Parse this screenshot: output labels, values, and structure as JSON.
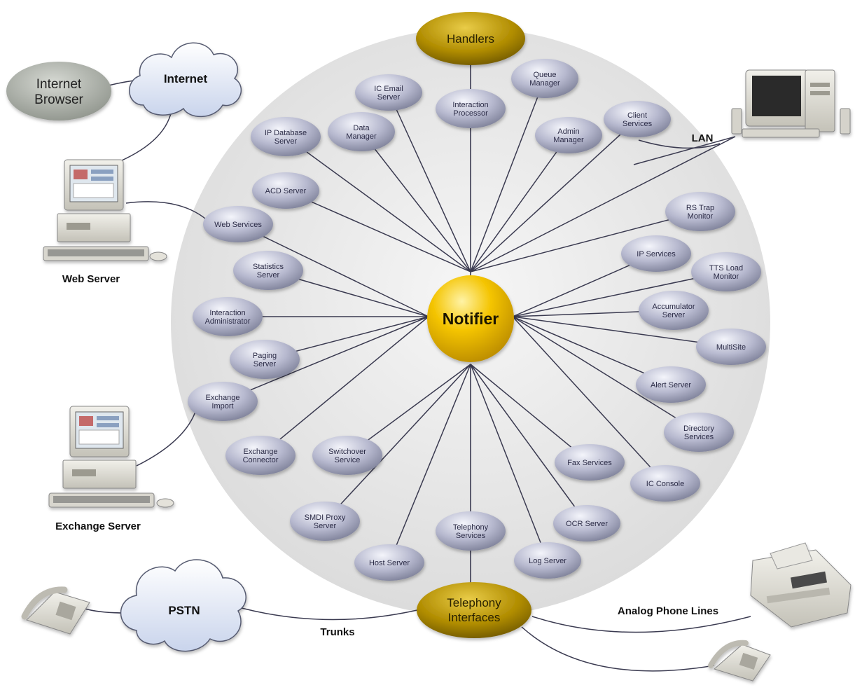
{
  "hub": {
    "label": "Notifier"
  },
  "top_bus": {
    "label": "Handlers"
  },
  "bottom_bus": {
    "label_lines": [
      "Telephony",
      "Interfaces"
    ]
  },
  "services": [
    {
      "id": "ic-email-server",
      "lines": [
        "IC Email",
        "Server"
      ]
    },
    {
      "id": "interaction-processor",
      "lines": [
        "Interaction",
        "Processor"
      ]
    },
    {
      "id": "queue-manager",
      "lines": [
        "Queue",
        "Manager"
      ]
    },
    {
      "id": "admin-manager",
      "lines": [
        "Admin",
        "Manager"
      ]
    },
    {
      "id": "client-services",
      "lines": [
        "Client",
        "Services"
      ]
    },
    {
      "id": "ip-database-server",
      "lines": [
        "IP Database",
        "Server"
      ]
    },
    {
      "id": "data-manager",
      "lines": [
        "Data",
        "Manager"
      ]
    },
    {
      "id": "acd-server",
      "lines": [
        "ACD Server"
      ]
    },
    {
      "id": "web-services",
      "lines": [
        "Web Services"
      ]
    },
    {
      "id": "statistics-server",
      "lines": [
        "Statistics",
        "Server"
      ]
    },
    {
      "id": "interaction-administrator",
      "lines": [
        "Interaction",
        "Administrator"
      ]
    },
    {
      "id": "paging-server",
      "lines": [
        "Paging",
        "Server"
      ]
    },
    {
      "id": "exchange-import",
      "lines": [
        "Exchange",
        "Import"
      ]
    },
    {
      "id": "exchange-connector",
      "lines": [
        "Exchange",
        "Connector"
      ]
    },
    {
      "id": "switchover-service",
      "lines": [
        "Switchover",
        "Service"
      ]
    },
    {
      "id": "smdi-proxy-server",
      "lines": [
        "SMDI Proxy",
        "Server"
      ]
    },
    {
      "id": "host-server",
      "lines": [
        "Host Server"
      ]
    },
    {
      "id": "telephony-services",
      "lines": [
        "Telephony",
        "Services"
      ]
    },
    {
      "id": "log-server",
      "lines": [
        "Log Server"
      ]
    },
    {
      "id": "ocr-server",
      "lines": [
        "OCR Server"
      ]
    },
    {
      "id": "fax-services",
      "lines": [
        "Fax Services"
      ]
    },
    {
      "id": "ic-console",
      "lines": [
        "IC Console"
      ]
    },
    {
      "id": "directory-services",
      "lines": [
        "Directory",
        "Services"
      ]
    },
    {
      "id": "alert-server",
      "lines": [
        "Alert Server"
      ]
    },
    {
      "id": "multisite",
      "lines": [
        "MultiSite"
      ]
    },
    {
      "id": "accumulator-server",
      "lines": [
        "Accumulator",
        "Server"
      ]
    },
    {
      "id": "tts-load-monitor",
      "lines": [
        "TTS Load",
        "Monitor"
      ]
    },
    {
      "id": "ip-services",
      "lines": [
        "IP Services"
      ]
    },
    {
      "id": "rs-trap-monitor",
      "lines": [
        "RS Trap",
        "Monitor"
      ]
    }
  ],
  "external": {
    "internet_browser": [
      "Internet",
      "Browser"
    ],
    "internet": "Internet",
    "web_server": "Web Server",
    "exchange_server": "Exchange Server",
    "lan": "LAN",
    "pstn": "PSTN",
    "trunks": "Trunks",
    "analog_phone_lines": "Analog Phone Lines"
  },
  "colors": {
    "gold": "#d4a800",
    "dark_gold": "#8a6d00",
    "node_fill": "#aeb1c8",
    "background_disc": "#ebebeb",
    "line": "#3a3a50"
  }
}
